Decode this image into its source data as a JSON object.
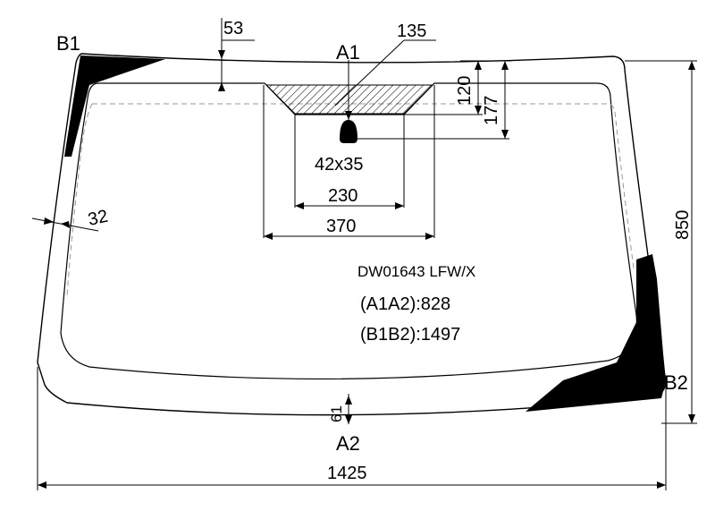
{
  "diagram": {
    "points": {
      "b1": "B1",
      "a1": "A1",
      "a2": "A2",
      "b2": "B2"
    },
    "dimensions": {
      "d53": "53",
      "d135": "135",
      "d120": "120",
      "d177": "177",
      "d32": "32",
      "d230": "230",
      "d370": "370",
      "d850": "850",
      "d1425": "1425",
      "d61": "61"
    },
    "sensor_size": "42x35",
    "info": {
      "code": "DW01643 LFW/X",
      "a1a2": "(A1A2):828",
      "b1b2": "(B1B2):1497"
    },
    "colors": {
      "line": "#000000",
      "hatch": "#000000",
      "dashed": "#999999",
      "paint_band": "#000000"
    }
  }
}
